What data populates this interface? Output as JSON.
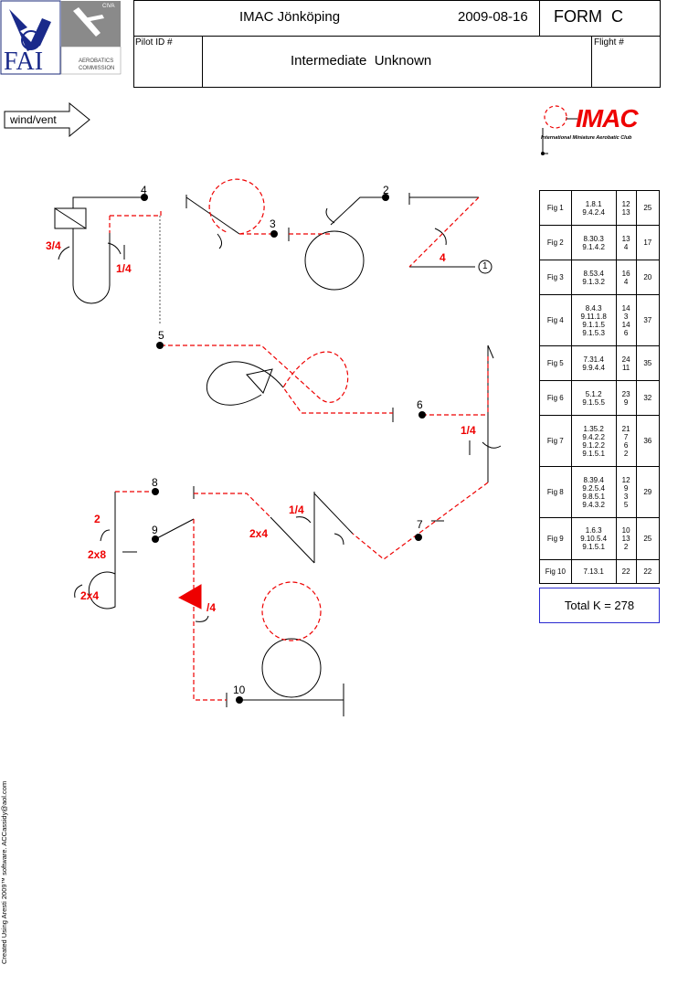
{
  "header": {
    "logo_text": "FAI",
    "civa": "CIVA",
    "commission_line1": "AEROBATICS",
    "commission_line2": "COMMISSION",
    "contest": "IMAC Jönköping",
    "date": "2009-08-16",
    "form": "FORM  C",
    "pilot_label": "Pilot ID #",
    "sequence": "Intermediate  Unknown",
    "flight_label": "Flight #"
  },
  "wind_label": "wind/vent",
  "imac_logo": {
    "word": "IMAC",
    "subtitle": "International Miniature Aerobatic Club"
  },
  "figure_numbers": [
    "1",
    "2",
    "3",
    "4",
    "5",
    "6",
    "7",
    "8",
    "9",
    "10"
  ],
  "roll_labels": {
    "three_quarter": "3/4",
    "quarter_a": "1/4",
    "four": "4",
    "quarter_b": "1/4",
    "quarter_c": "1/4",
    "two_by_four_a": "2x4",
    "two": "2",
    "two_by_eight": "2x8",
    "two_by_four_b": "2x4",
    "quarter_d": "/4"
  },
  "k_table": [
    {
      "fig": "Fig 1",
      "codes": [
        "1.8.1",
        "9.4.2.4"
      ],
      "ks": [
        "12",
        "13"
      ],
      "total": "25"
    },
    {
      "fig": "Fig 2",
      "codes": [
        "8.30.3",
        "9.1.4.2"
      ],
      "ks": [
        "13",
        "4"
      ],
      "total": "17"
    },
    {
      "fig": "Fig 3",
      "codes": [
        "8.53.4",
        "9.1.3.2"
      ],
      "ks": [
        "16",
        "4"
      ],
      "total": "20"
    },
    {
      "fig": "Fig 4",
      "codes": [
        "8.4.3",
        "9.11.1.8",
        "9.1.1.5",
        "9.1.5.3"
      ],
      "ks": [
        "14",
        "3",
        "14",
        "6"
      ],
      "total": "37"
    },
    {
      "fig": "Fig 5",
      "codes": [
        "7.31.4",
        "9.9.4.4"
      ],
      "ks": [
        "24",
        "11"
      ],
      "total": "35"
    },
    {
      "fig": "Fig 6",
      "codes": [
        "5.1.2",
        "9.1.5.5"
      ],
      "ks": [
        "23",
        "9"
      ],
      "total": "32"
    },
    {
      "fig": "Fig 7",
      "codes": [
        "1.35.2",
        "9.4.2.2",
        "9.1.2.2",
        "9.1.5.1"
      ],
      "ks": [
        "21",
        "7",
        "6",
        "2"
      ],
      "total": "36"
    },
    {
      "fig": "Fig 8",
      "codes": [
        "8.39.4",
        "9.2.5.4",
        "9.8.5.1",
        "9.4.3.2"
      ],
      "ks": [
        "12",
        "9",
        "3",
        "5"
      ],
      "total": "29"
    },
    {
      "fig": "Fig 9",
      "codes": [
        "1.6.3",
        "9.10.5.4",
        "9.1.5.1"
      ],
      "ks": [
        "10",
        "13",
        "2"
      ],
      "total": "25"
    },
    {
      "fig": "Fig 10",
      "codes": [
        "7.13.1"
      ],
      "ks": [
        "22"
      ],
      "total": "22"
    }
  ],
  "total_k": "Total K = 278",
  "credits": "Created Using Aresti 2009™ software.  ACCassidy@aol.com"
}
